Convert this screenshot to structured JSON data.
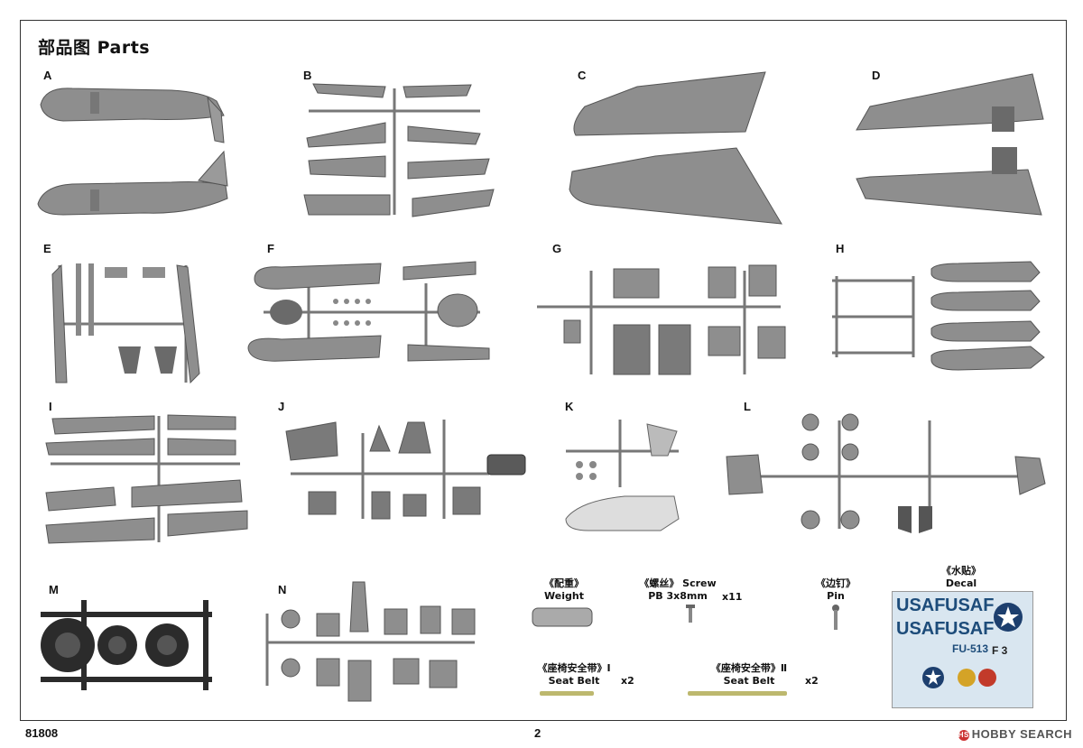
{
  "page": {
    "title": "部品图 Parts",
    "code": "81808",
    "number": "2"
  },
  "sprue_labels": [
    "A",
    "B",
    "C",
    "D",
    "E",
    "F",
    "G",
    "H",
    "I",
    "J",
    "K",
    "L",
    "M",
    "N"
  ],
  "extras": {
    "weight": {
      "cn": "《配重》",
      "en": "Weight"
    },
    "screw": {
      "cn": "《螺丝》 Screw",
      "en": "PB 3x8mm",
      "qty": "x11"
    },
    "pin": {
      "cn": "《边钉》",
      "en": "Pin"
    },
    "decal": {
      "cn": "《水贴》",
      "en": "Decal"
    },
    "seat_belt_1": {
      "cn": "《座椅安全带》Ⅰ",
      "en": "Seat Belt",
      "qty": "x2"
    },
    "seat_belt_2": {
      "cn": "《座椅安全带》Ⅱ",
      "en": "Seat Belt",
      "qty": "x2"
    }
  },
  "decal_text": {
    "usaf": "USAF",
    "serial": "FU-513",
    "code": "F 3"
  },
  "watermark": "HOBBY SEARCH",
  "colors": {
    "plastic": "#8e8e8e",
    "plastic_dark": "#6a6a6a",
    "black_sprue": "#2b2b2b",
    "frame": "#333333"
  }
}
